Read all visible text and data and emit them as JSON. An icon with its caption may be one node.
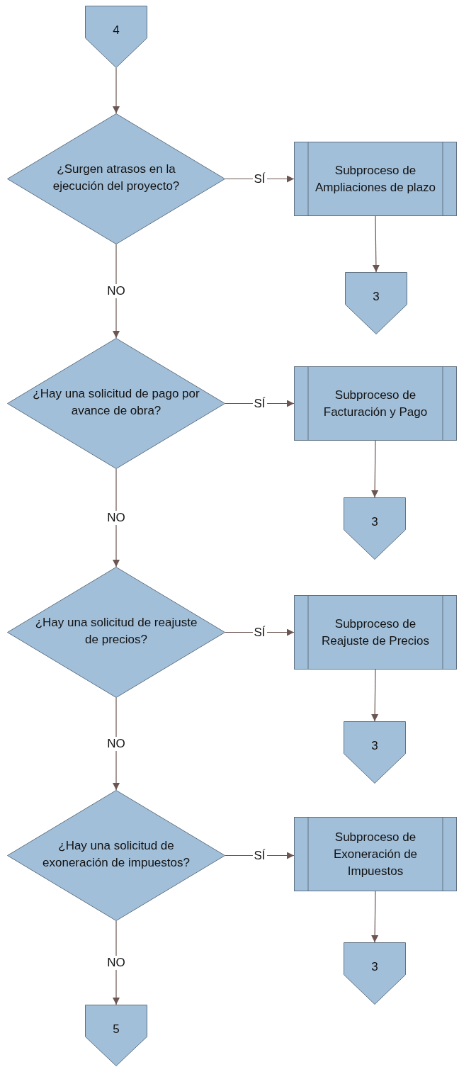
{
  "diagram": {
    "nodes": [
      {
        "text": [
          "4"
        ]
      },
      {
        "text": [
          "¿Surgen atrasos en la ejecución del proyecto?"
        ]
      },
      {
        "text": [
          "Subproceso de Ampliaciones de plazo"
        ]
      },
      {
        "text": [
          "3"
        ]
      },
      {
        "text": [
          "¿Hay una solicitud de pago por avance de obra?"
        ]
      },
      {
        "text": [
          "Subproceso de Facturación y Pago"
        ]
      },
      {
        "text": [
          "3"
        ]
      },
      {
        "text": [
          "¿Hay una solicitud de reajuste de precios?"
        ]
      },
      {
        "text": [
          "Subproceso de Reajuste de Precios"
        ]
      },
      {
        "text": [
          "3"
        ]
      },
      {
        "text": [
          "¿Hay una solicitud de exoneración de impuestos?"
        ]
      },
      {
        "text": [
          "Subproceso de Exoneración de Impuestos"
        ]
      },
      {
        "text": [
          "3"
        ]
      },
      {
        "text": [
          "5"
        ]
      }
    ],
    "edges": [
      {
        "from": 0,
        "to": 1,
        "arrow": "to"
      },
      {
        "from": 1,
        "to": 2,
        "arrow": "to",
        "label": "SÍ"
      },
      {
        "from": 2,
        "to": 3,
        "arrow": "to"
      },
      {
        "from": 1,
        "to": 4,
        "arrow": "to",
        "label": "NO"
      },
      {
        "from": 4,
        "to": 5,
        "arrow": "to",
        "label": "SÍ"
      },
      {
        "from": 5,
        "to": 6,
        "arrow": "to"
      },
      {
        "from": 4,
        "to": 7,
        "arrow": "to",
        "label": "NO"
      },
      {
        "from": 7,
        "to": 8,
        "arrow": "to",
        "label": "SÍ"
      },
      {
        "from": 8,
        "to": 9,
        "arrow": "to"
      },
      {
        "from": 7,
        "to": 10,
        "arrow": "to",
        "label": "NO"
      },
      {
        "from": 10,
        "to": 11,
        "arrow": "to",
        "label": "SÍ"
      },
      {
        "from": 11,
        "to": 12,
        "arrow": "to"
      },
      {
        "from": 10,
        "to": 13,
        "arrow": "to",
        "label": "NO"
      }
    ]
  }
}
